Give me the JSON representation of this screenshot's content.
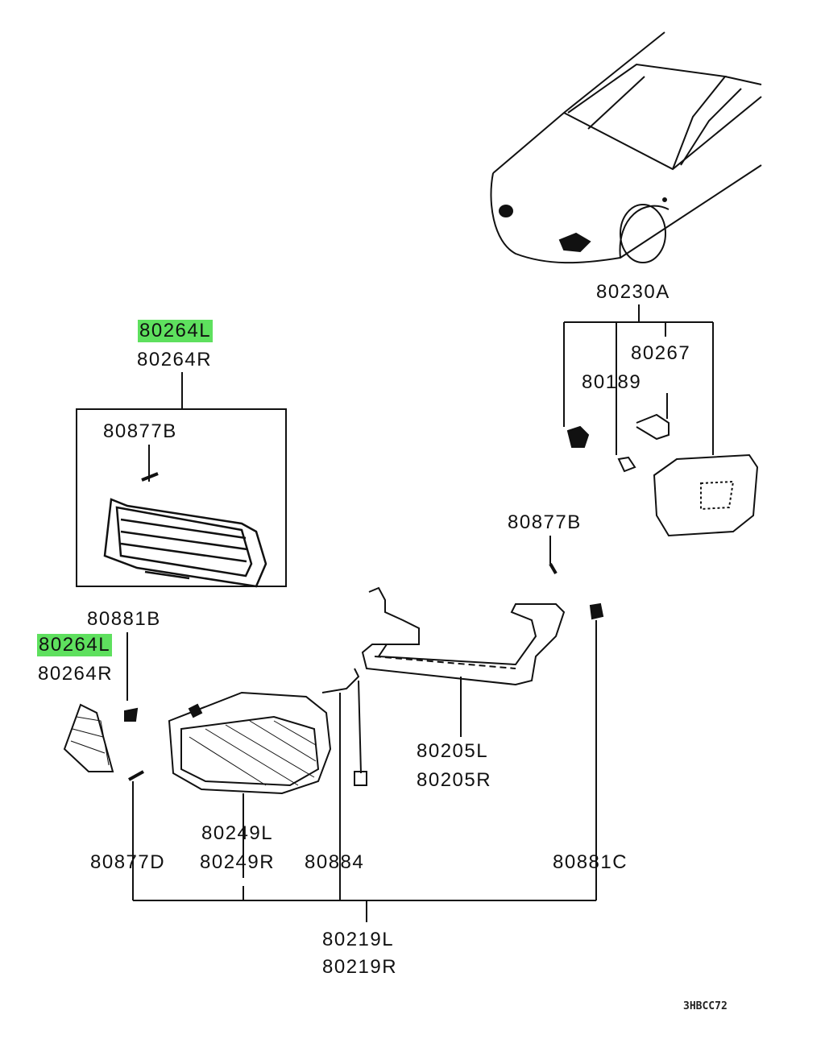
{
  "diagram_code": "3HBCC72",
  "highlight_color": "#5ee05e",
  "labels": {
    "p80230A": "80230A",
    "p80267": "80267",
    "p80189": "80189",
    "p80264L_top": "80264L",
    "p80264R_top": "80264R",
    "p80877B_left": "80877B",
    "p80877B_right": "80877B",
    "p80881B": "80881B",
    "p80264L_mid": "80264L",
    "p80264R_mid": "80264R",
    "p80205L": "80205L",
    "p80205R": "80205R",
    "p80249L": "80249L",
    "p80249R": "80249R",
    "p80877D": "80877D",
    "p80884": "80884",
    "p80881C": "80881C",
    "p80219L": "80219L",
    "p80219R": "80219R"
  }
}
